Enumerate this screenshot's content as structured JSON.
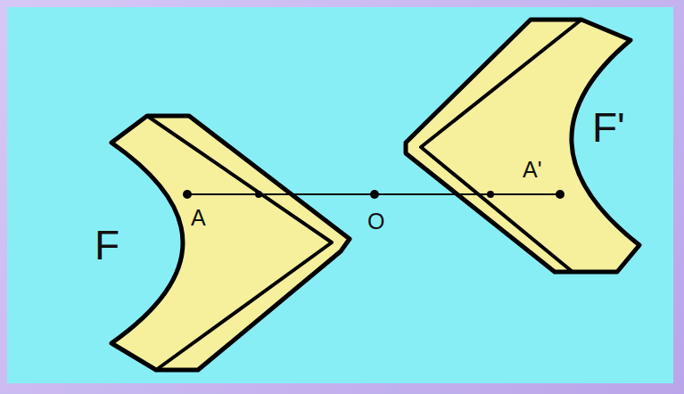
{
  "diagram": {
    "labels": [
      "F",
      "A",
      "O",
      "A'",
      "F'"
    ]
  }
}
